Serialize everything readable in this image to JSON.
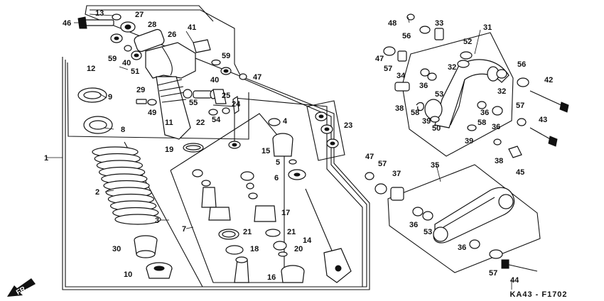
{
  "diagram": {
    "drawing_code": "KA43 - F1702",
    "direction_label": "FR.",
    "callouts": {
      "c1": "1",
      "c2": "2",
      "c3": "3",
      "c4": "4",
      "c5": "5",
      "c6": "6",
      "c7": "7",
      "c8": "8",
      "c9": "9",
      "c10": "10",
      "c11": "11",
      "c12": "12",
      "c13": "13",
      "c14": "14",
      "c15": "15",
      "c16": "16",
      "c17": "17",
      "c18": "18",
      "c19": "19",
      "c20": "20",
      "c21a": "21",
      "c21b": "21",
      "c22": "22",
      "c23": "23",
      "c24": "24",
      "c25": "25",
      "c26": "26",
      "c27": "27",
      "c28": "28",
      "c29": "29",
      "c30": "30",
      "c31": "31",
      "c32a": "32",
      "c32b": "32",
      "c33": "33",
      "c34": "34",
      "c35": "35",
      "c36a": "36",
      "c36b": "36",
      "c36c": "36",
      "c36d": "36",
      "c36e": "36",
      "c37": "37",
      "c38a": "38",
      "c38b": "38",
      "c39a": "39",
      "c39b": "39",
      "c40a": "40",
      "c40b": "40",
      "c41": "41",
      "c42": "42",
      "c43": "43",
      "c44": "44",
      "c45": "45",
      "c46": "46",
      "c47a": "47",
      "c47b": "47",
      "c47c": "47",
      "c48": "48",
      "c49": "49",
      "c50": "50",
      "c51": "51",
      "c52": "52",
      "c53a": "53",
      "c53b": "53",
      "c54": "54",
      "c55": "55",
      "c56a": "56",
      "c56b": "56",
      "c57a": "57",
      "c57b": "57",
      "c57c": "57",
      "c57d": "57",
      "c58a": "58",
      "c58b": "58",
      "c59a": "59",
      "c59b": "59"
    }
  }
}
